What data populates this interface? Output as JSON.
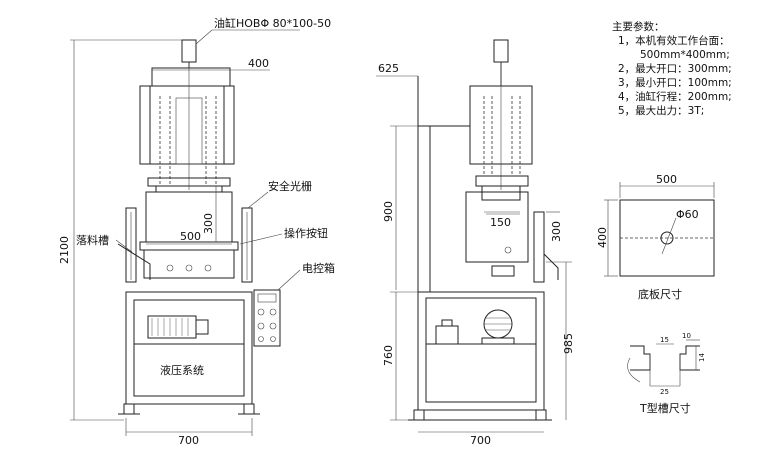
{
  "front_view": {
    "cylinder_label": "油缸HOBΦ 80*100-50",
    "dim_width_top": "400",
    "dim_total_height": "2100",
    "dim_table": "500",
    "dim_stroke": "300",
    "dim_base_width": "700",
    "label_safety": "安全光栅",
    "label_buttons": "操作按钮",
    "label_control_box": "电控箱",
    "label_chute": "落料槽",
    "label_hydraulic": "液压系统"
  },
  "side_view": {
    "dim_depth": "625",
    "dim_upper_height": "900",
    "dim_lower_height": "760",
    "dim_table_height": "985",
    "dim_stroke": "300",
    "dim_ram": "150",
    "dim_base_width": "700"
  },
  "params": {
    "title": "主要参数：",
    "items": [
      "1，本机有效工作台面：",
      "500mm*400mm;",
      "2，最大开口：300mm;",
      "3，最小开口：100mm;",
      "4，油缸行程：200mm;",
      "5，最大出力：3T;"
    ]
  },
  "base_plate": {
    "dim_width": "500",
    "dim_height": "400",
    "dim_hole": "Φ60",
    "caption": "底板尺寸"
  },
  "t_slot": {
    "dim_top": "10",
    "dim_mid": "15",
    "dim_bottom": "25",
    "dim_height": "14",
    "caption": "T型槽尺寸"
  }
}
